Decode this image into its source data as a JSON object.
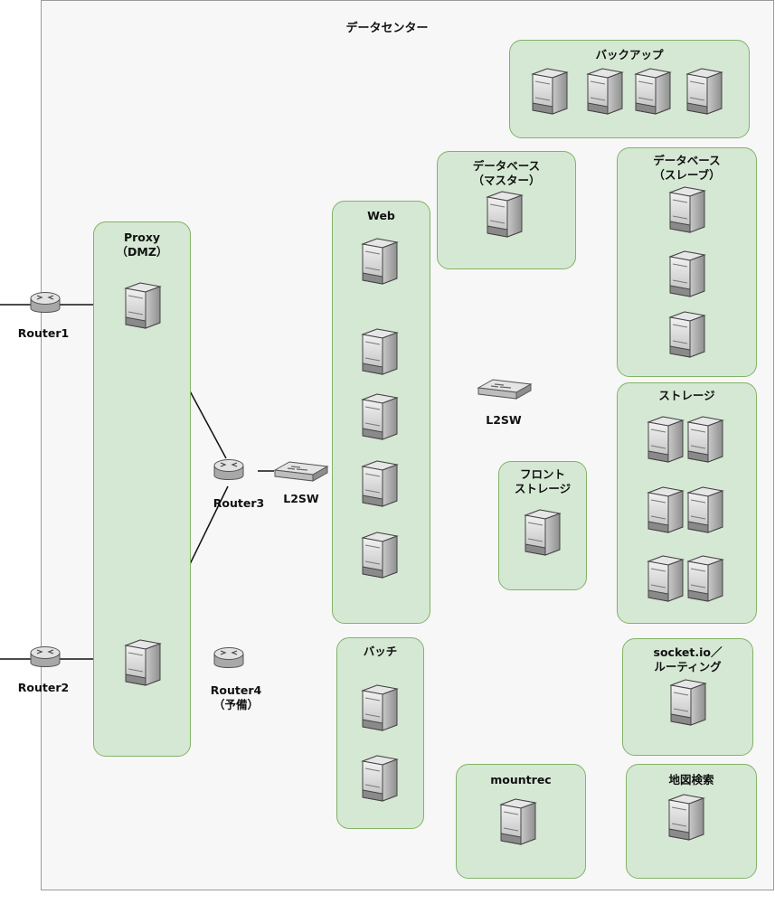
{
  "datacenter": {
    "title": "データセンター"
  },
  "groups": {
    "backup": "バックアップ",
    "db_master": "データベース\n（マスター）",
    "db_slave": "データベース\n（スレーブ）",
    "proxy": "Proxy\n（DMZ）",
    "web": "Web",
    "storage": "ストレージ",
    "front_storage": "フロント\nストレージ",
    "batch": "バッチ",
    "socketio": "socket.io／\nルーティング",
    "mountrec": "mountrec",
    "map_search": "地図検索"
  },
  "nodes": {
    "router1": "Router1",
    "router2": "Router2",
    "router3": "Router3",
    "router4": "Router4\n（予備）",
    "l2sw_left": "L2SW",
    "l2sw_right": "L2SW"
  },
  "colors": {
    "group_fill": "#d5e8d4",
    "group_border": "#82b366",
    "container_fill": "#f7f7f7"
  }
}
